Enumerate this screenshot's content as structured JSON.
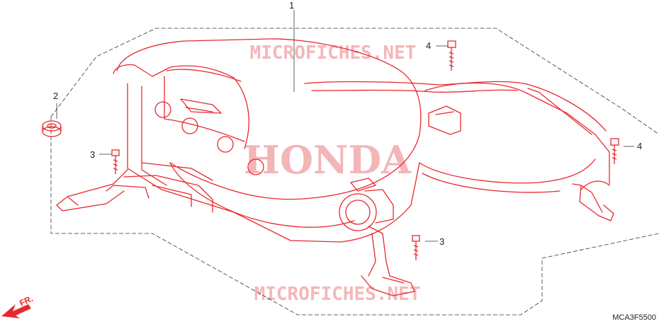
{
  "callouts": [
    {
      "id": "1",
      "label": "1"
    },
    {
      "id": "2",
      "label": "2"
    },
    {
      "id": "3a",
      "label": "3"
    },
    {
      "id": "3b",
      "label": "3"
    },
    {
      "id": "4a",
      "label": "4"
    },
    {
      "id": "4b",
      "label": "4"
    }
  ],
  "watermark": "MICROFICHES.NET",
  "brand_watermark": "HONDA",
  "direction_label": "FR.",
  "figure_code": "MCA3F5500",
  "colors": {
    "line": "#e8282d",
    "watermark": "#f4b7b9",
    "brand": "#f1a9ab",
    "text": "#222222"
  }
}
